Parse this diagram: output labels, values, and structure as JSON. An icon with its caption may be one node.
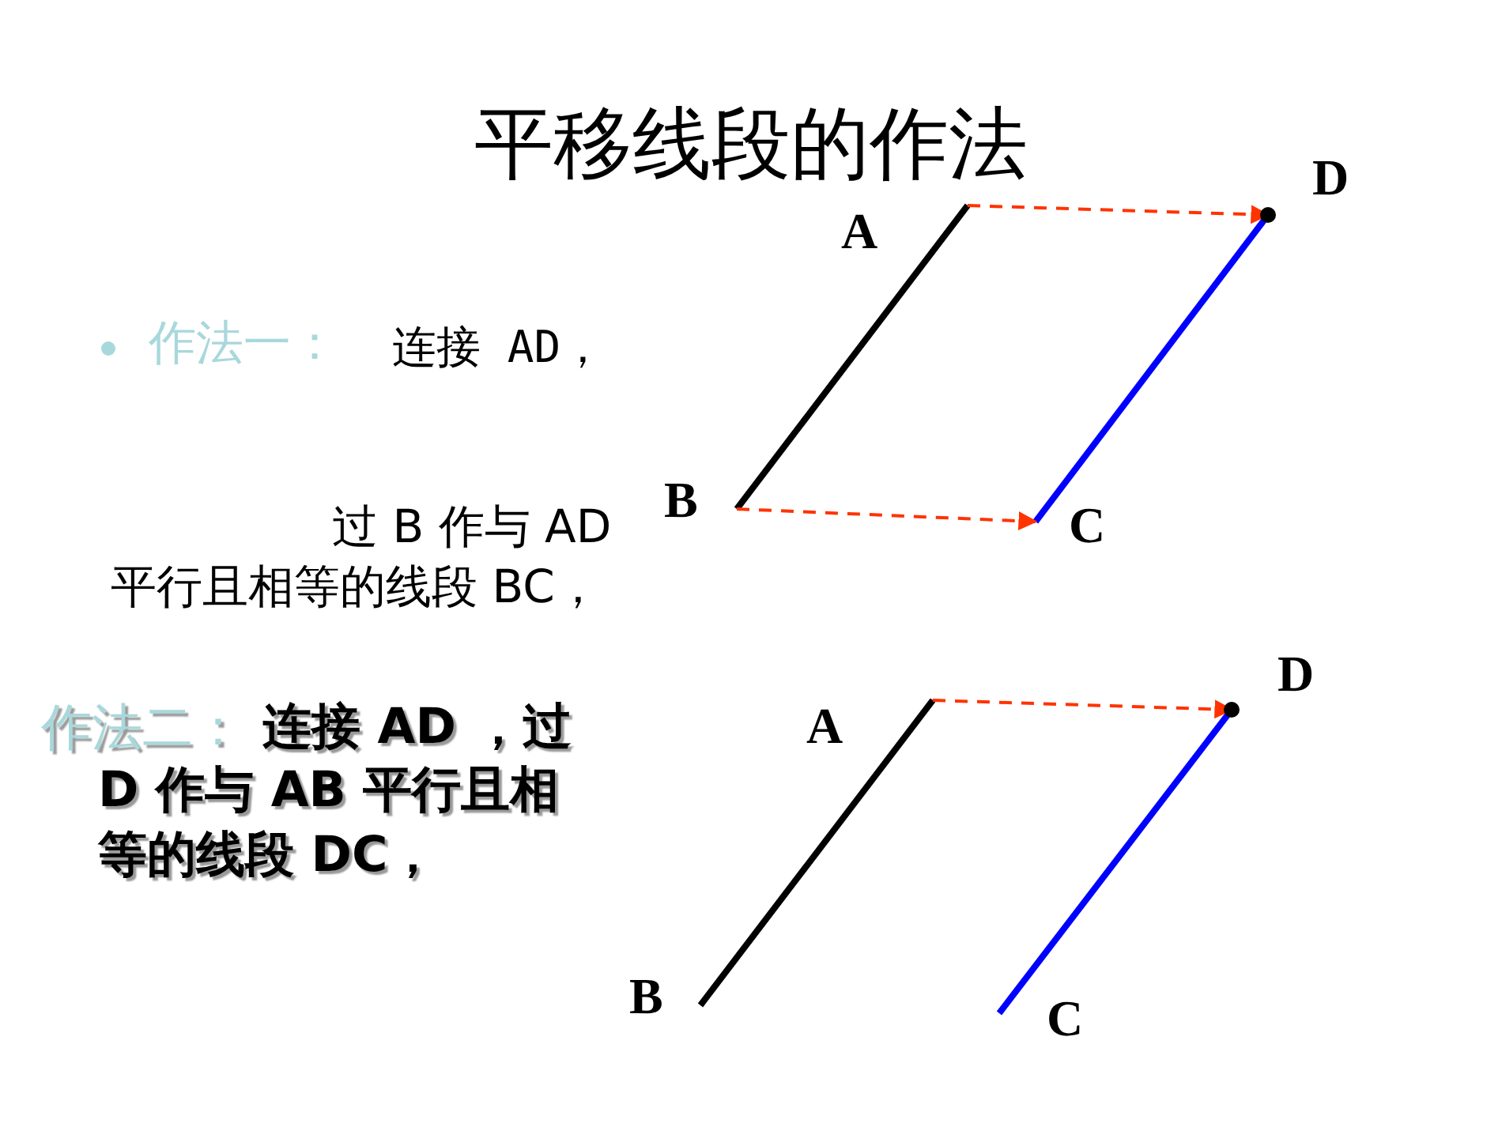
{
  "diagram": {
    "title": "平移线段的作法",
    "nodes": [
      {
        "text": [
          "A"
        ]
      },
      {
        "text": [
          "B"
        ]
      },
      {
        "text": [
          "C"
        ]
      },
      {
        "text": [
          "D"
        ]
      },
      {
        "text": [
          "A"
        ]
      },
      {
        "text": [
          "B"
        ]
      },
      {
        "text": [
          "C"
        ]
      },
      {
        "text": [
          "D"
        ]
      }
    ],
    "edges": [
      {
        "from": 0,
        "to": 1,
        "arrow": "none",
        "color": "#000000"
      },
      {
        "from": 3,
        "to": 2,
        "arrow": "none",
        "color": "#0000ff"
      },
      {
        "from": 0,
        "to": 3,
        "arrow": "to",
        "style": "dashed",
        "color": "#ff3300"
      },
      {
        "from": 1,
        "to": 2,
        "arrow": "to",
        "style": "dashed",
        "color": "#ff3300"
      },
      {
        "from": 4,
        "to": 5,
        "arrow": "none",
        "color": "#000000"
      },
      {
        "from": 7,
        "to": 6,
        "arrow": "none",
        "color": "#0000ff"
      },
      {
        "from": 4,
        "to": 7,
        "arrow": "to",
        "style": "dashed",
        "color": "#ff3300"
      }
    ],
    "labels": [
      "作法一：",
      "连接 AD，",
      "过 B 作与 AD 平行且相等的线段 BC，",
      "作法二：",
      "连接 AD ，过 D 作与 AB 平行且相等的线段 DC，"
    ]
  }
}
